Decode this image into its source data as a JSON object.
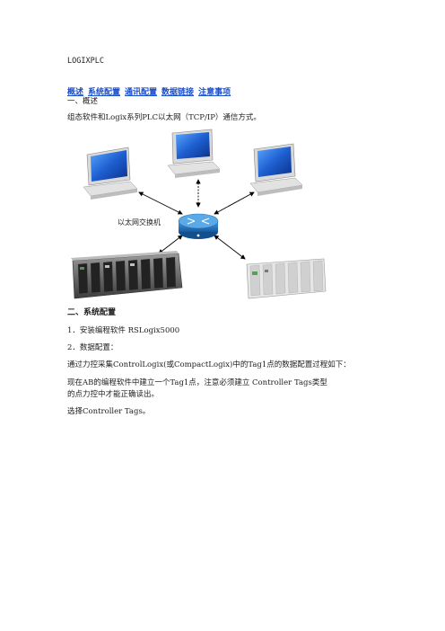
{
  "doc": {
    "title": "LOGIXPLC",
    "nav": [
      "概述",
      "系统配置",
      "通讯配置",
      "数据链接",
      "注意事项"
    ],
    "section1_heading": "一、概述",
    "section1_text": "组态软件和Logix系列PLC以太网（TCP/IP）通信方式。",
    "diagram": {
      "switch_label": "以太网交换机"
    },
    "section2_heading": "二、系统配置",
    "item1": "1．安装编程软件 RSLogix5000",
    "item2": "2．数据配置：",
    "para1": "通过力控采集ControlLogix(或CompactLogix)中的Tag1点的数据配置过程如下：",
    "para2a": "现在AB的编程软件中建立一个Tag1点，注意必须建立 Controller Tags类型",
    "para2b": "的点力控中才能正确读出。",
    "para3": "选择Controller Tags。"
  },
  "colors": {
    "link": "#1a4fc9",
    "switch": "#1f6fb8",
    "monitor_screen": "#1e5fd0"
  }
}
